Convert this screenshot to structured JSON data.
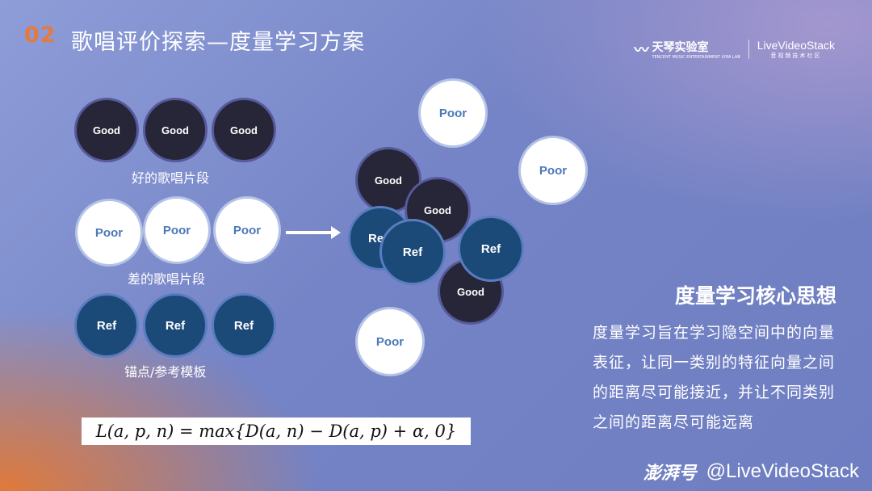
{
  "header": {
    "number": "02",
    "title": "歌唱评价探索—度量学习方案"
  },
  "logos": {
    "tianqin": "天琴实验室",
    "tianqin_sub": "TENCENT MUSIC ENTERTAINMENT LYRA LAB",
    "lvs": "LiveVideoStack",
    "lvs_sub": "音视频技术社区"
  },
  "groups": [
    {
      "caption": "好的歌唱片段",
      "items": [
        "Good",
        "Good",
        "Good"
      ],
      "kind": "good"
    },
    {
      "caption": "差的歌唱片段",
      "items": [
        "Poor",
        "Poor",
        "Poor"
      ],
      "kind": "poor"
    },
    {
      "caption": "锚点/参考模板",
      "items": [
        "Ref",
        "Ref",
        "Ref"
      ],
      "kind": "ref"
    }
  ],
  "cluster": {
    "poor_labels": [
      "Poor",
      "Poor",
      "Poor"
    ],
    "good_labels": [
      "Good",
      "Good",
      "Good"
    ],
    "ref_labels": [
      "Ref",
      "Ref",
      "Ref"
    ]
  },
  "formula": "L(a, p, n) = max{D(a, n) − D(a, p) + α, 0}",
  "core": {
    "title": "度量学习核心思想",
    "text": "度量学习旨在学习隐空间中的向量表征，让同一类别的特征向量之间的距离尽可能接近，并让不同类别之间的距离尽可能远离"
  },
  "watermark": {
    "brand": "澎湃号",
    "handle": "@LiveVideoStack"
  },
  "colors": {
    "accent": "#e57a3c",
    "good": "#262638",
    "ref": "#1b4a78",
    "poor_text": "#4a78b8"
  }
}
